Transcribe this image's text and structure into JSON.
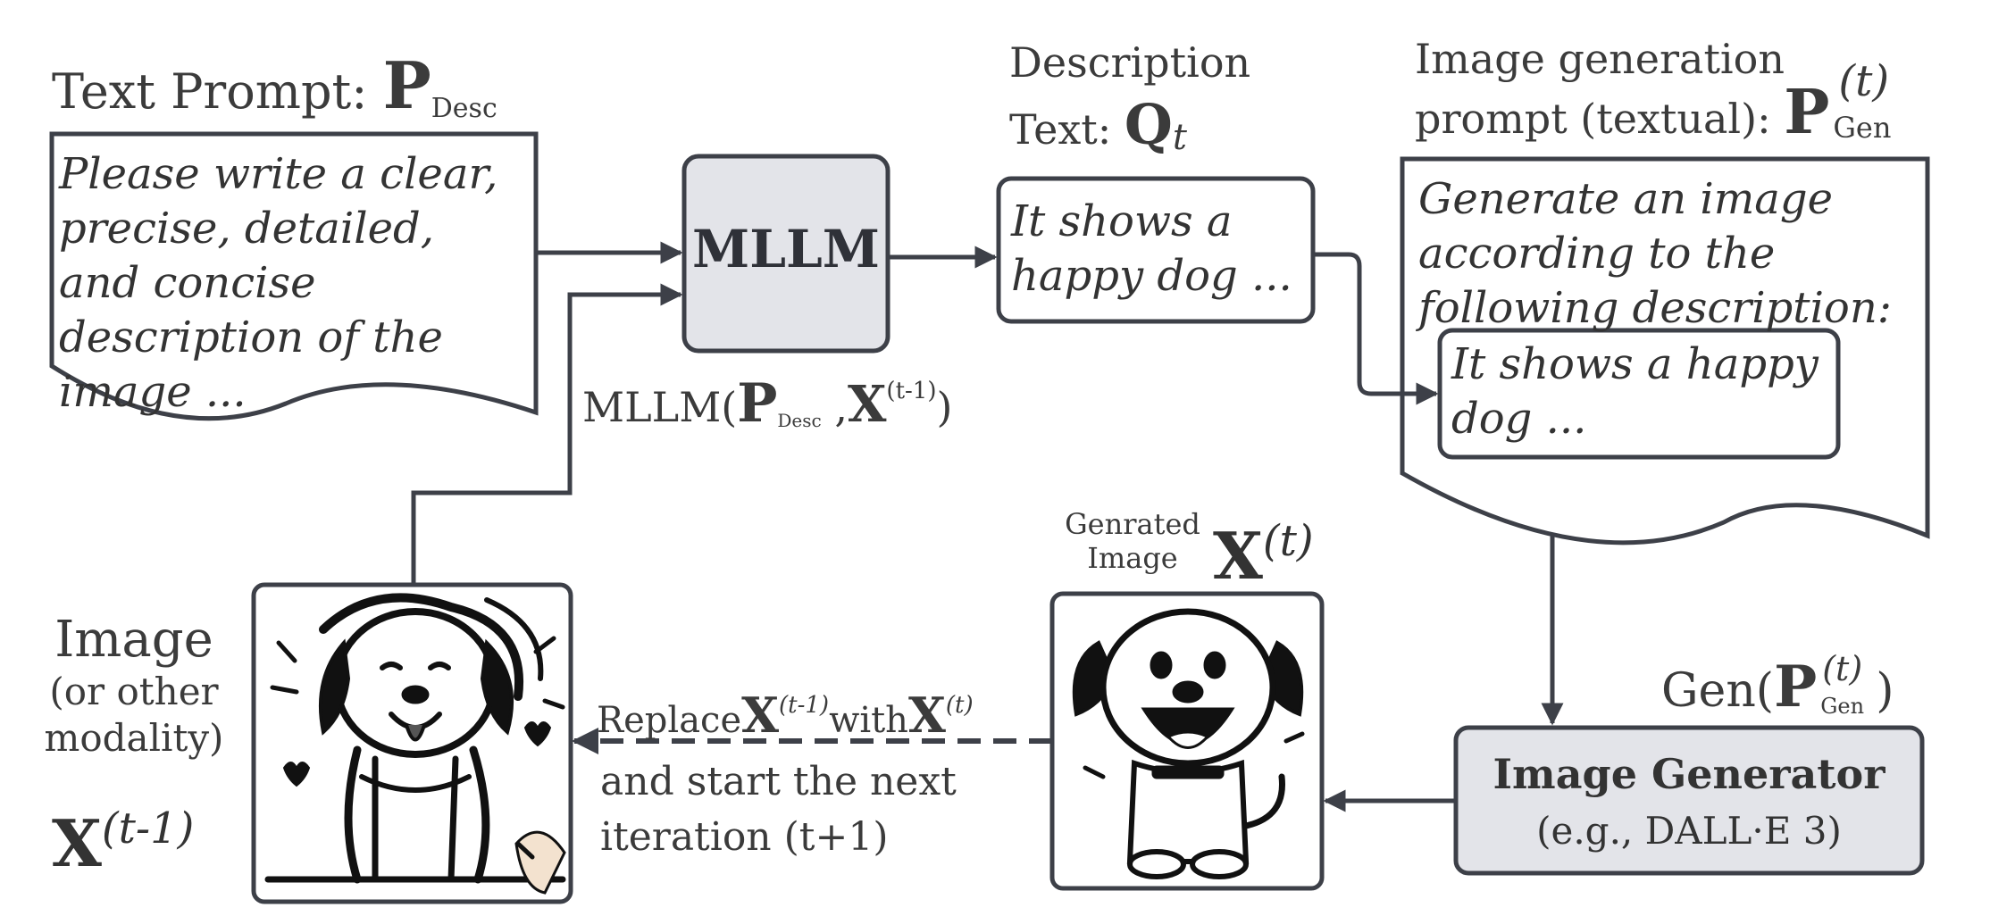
{
  "text_prompt": {
    "title": "Text Prompt:",
    "symbol": "P",
    "symbol_sub": "Desc",
    "body": "Please write a clear, precise, detailed, and concise description of the image ..."
  },
  "mllm": {
    "label": "MLLM",
    "input_formula_prefix": "MLLM(",
    "input_formula_p": "P",
    "input_formula_p_sub": "Desc",
    "input_formula_sep": " ,",
    "input_formula_x": "X",
    "input_formula_x_sup": "(t-1)",
    "input_formula_suffix": ")"
  },
  "description": {
    "title_line1": "Description",
    "title_line2": "Text:",
    "symbol": "Q",
    "symbol_sub": "t",
    "body": "It shows a happy dog ..."
  },
  "gen_prompt": {
    "title_line1": "Image generation",
    "title_line2": "prompt (textual):",
    "symbol": "P",
    "symbol_sub": "Gen",
    "symbol_sup": "(t)",
    "body": "Generate an image according to the following description:",
    "inner_body": "It shows a happy dog ..."
  },
  "generator": {
    "title": "Image Generator",
    "subtitle": "(e.g., DALL·E 3)",
    "formula_prefix": "Gen(",
    "formula_p": "P",
    "formula_sub": "Gen",
    "formula_sup": "(t)",
    "formula_suffix": ")"
  },
  "generated_image": {
    "label_line1": "Genrated",
    "label_line2": "Image",
    "symbol": "X",
    "symbol_sup": "(t)"
  },
  "input_image": {
    "label_line1": "Image",
    "label_line2": "(or other",
    "label_line3": "modality)",
    "symbol": "X",
    "symbol_sup": "(t-1)"
  },
  "replace_note": {
    "prefix": "Replace",
    "x_old": "X",
    "x_old_sup": "(t-1)",
    "mid": "with",
    "x_new": "X",
    "x_new_sup": "(t)",
    "line2": "and start the next",
    "line3": "iteration (t+1)"
  },
  "colors": {
    "stroke": "#3d4048",
    "box_fill": "#e3e4e9",
    "text": "#3b3b3b"
  }
}
